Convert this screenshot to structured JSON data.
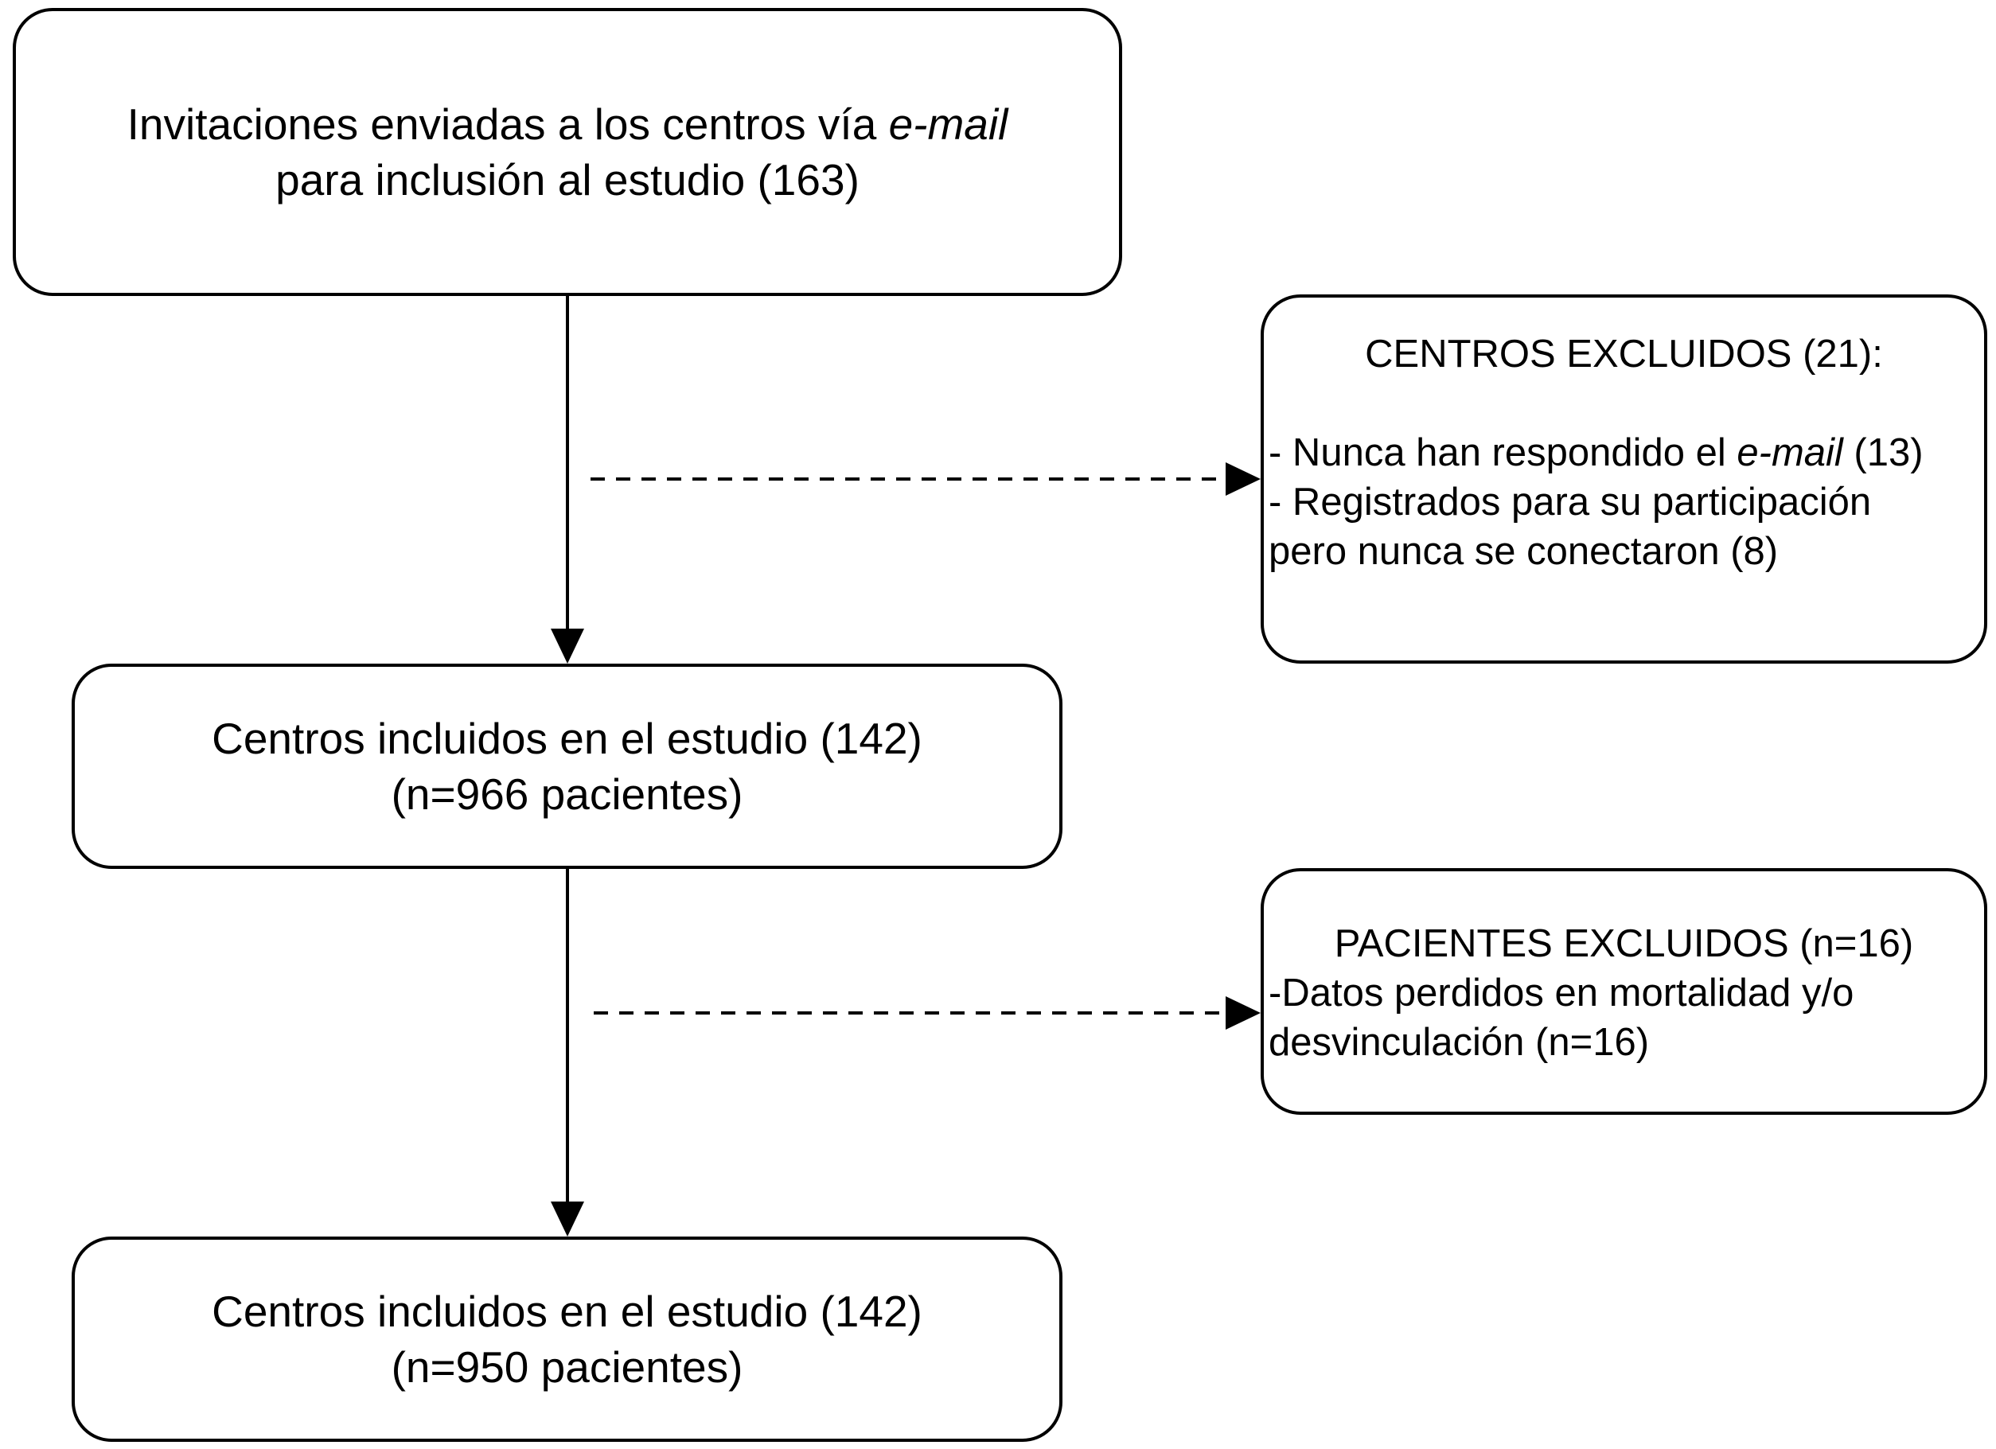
{
  "flow": {
    "invitations": {
      "line1_prefix": "Invitaciones enviadas a los centros vía ",
      "line1_italic": "e-mail",
      "line2": "para inclusión al estudio (163)"
    },
    "included_centers_1": {
      "line1": "Centros incluidos en el estudio (142)",
      "line2": "(n=966 pacientes)"
    },
    "included_centers_2": {
      "line1": "Centros incluidos en el estudio (142)",
      "line2": "(n=950 pacientes)"
    }
  },
  "exclusions": {
    "centers": {
      "title": "CENTROS EXCLUIDOS (21):",
      "item1_prefix": "- Nunca han respondido el ",
      "item1_italic": "e-mail",
      "item1_suffix": " (13)",
      "item2_line1": "- Registrados para su participación",
      "item2_line2": "pero nunca se conectaron (8)"
    },
    "patients": {
      "title": "PACIENTES EXCLUIDOS (n=16)",
      "item1_line1": "-Datos perdidos en mortalidad y/o",
      "item1_line2": "desvinculación (n=16)"
    }
  }
}
